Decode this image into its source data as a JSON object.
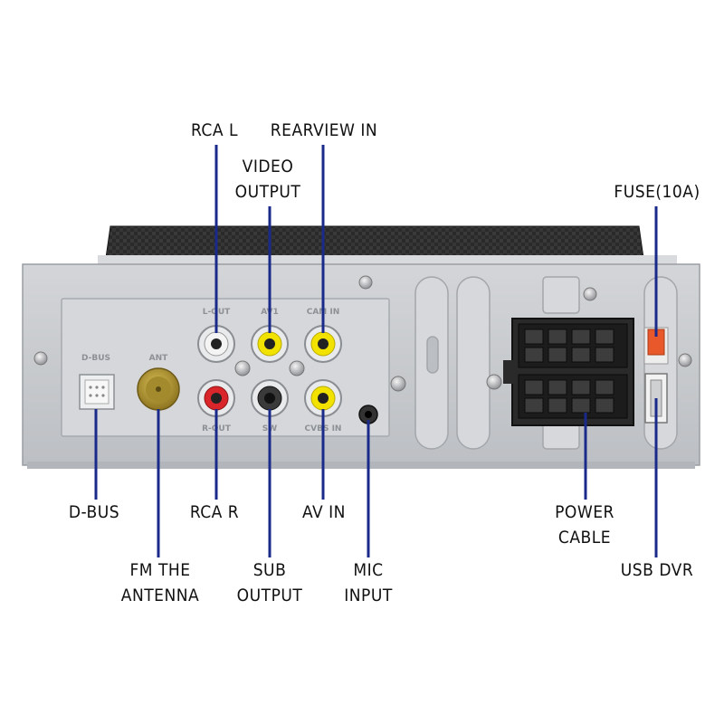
{
  "labels": {
    "rca_l": "RCA L",
    "rearview_in": "REARVIEW IN",
    "video_output_line1": "VIDEO",
    "video_output_line2": "OUTPUT",
    "fuse": "FUSE(10A)",
    "d_bus": "D-BUS",
    "rca_r": "RCA R",
    "av_in": "AV IN",
    "power_cable_line1": "POWER",
    "power_cable_line2": "CABLE",
    "fm_antenna_line1": "FM THE",
    "fm_antenna_line2": "ANTENNA",
    "sub_output_line1": "SUB",
    "sub_output_line2": "OUTPUT",
    "mic_input_line1": "MIC",
    "mic_input_line2": "INPUT",
    "usb_dvr": "USB DVR"
  },
  "panel_markings": {
    "dbus": "D-BUS",
    "ant": "ANT",
    "l_out": "L-OUT",
    "av1": "AV1",
    "cam_in": "CAM IN",
    "r_out": "R-OUT",
    "sw": "SW",
    "cvbs_in": "CVBS IN"
  },
  "colors": {
    "leader_line": "#1a2a8a",
    "panel": "#c9ccd0",
    "rca_yellow": "#f2e200",
    "rca_red": "#d8262a",
    "rca_white": "#f4f4f4",
    "rca_black": "#222222",
    "antenna_gold": "#b89a2e",
    "carbon": "#2b2b2b",
    "fuse_orange": "#e8582a"
  }
}
